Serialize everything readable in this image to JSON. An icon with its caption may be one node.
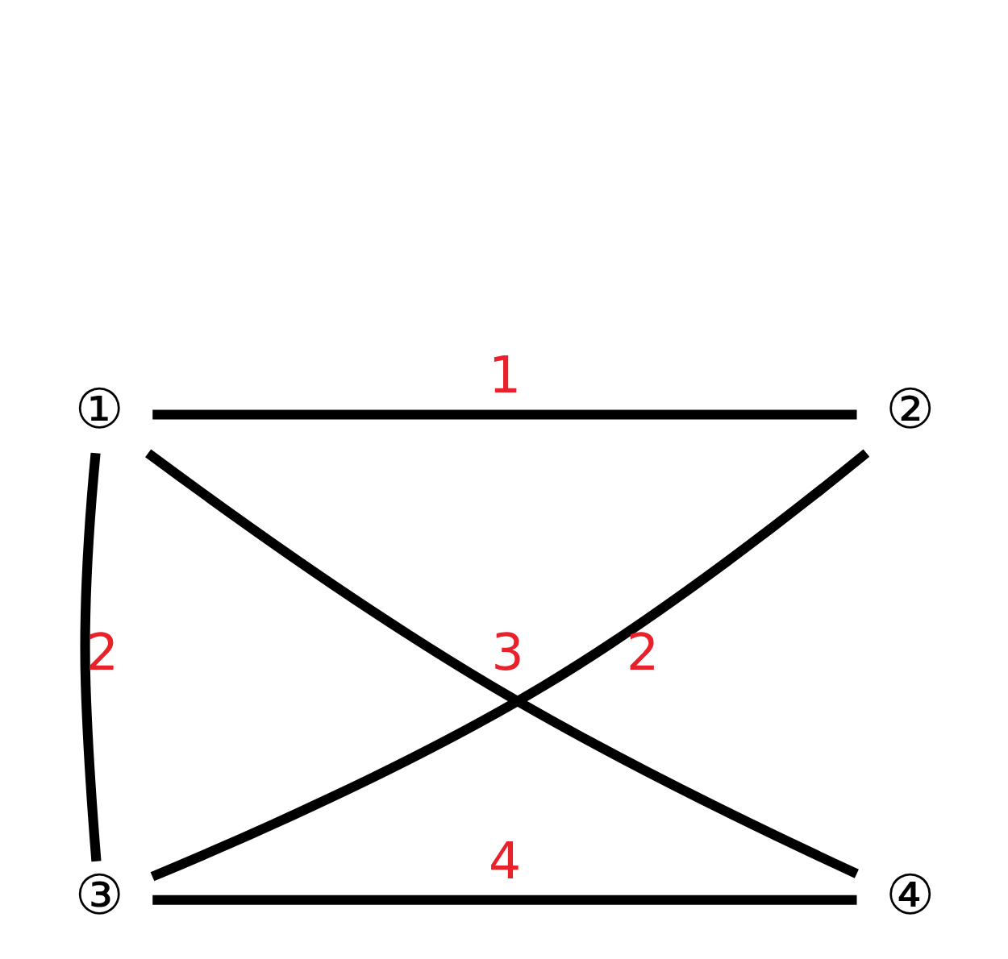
{
  "diagram": {
    "nodes": [
      {
        "text": [
          "①"
        ]
      },
      {
        "text": [
          "②"
        ]
      },
      {
        "text": [
          "③"
        ]
      },
      {
        "text": [
          "④"
        ]
      }
    ],
    "edges": [
      {
        "from": 0,
        "to": 1,
        "arrow": "none",
        "label": "1"
      },
      {
        "from": 0,
        "to": 2,
        "arrow": "none",
        "label": "2"
      },
      {
        "from": 0,
        "to": 3,
        "arrow": "none",
        "label": "3"
      },
      {
        "from": 1,
        "to": 2,
        "arrow": "none",
        "label": "2"
      },
      {
        "from": 2,
        "to": 3,
        "arrow": "none",
        "label": "4"
      }
    ]
  }
}
